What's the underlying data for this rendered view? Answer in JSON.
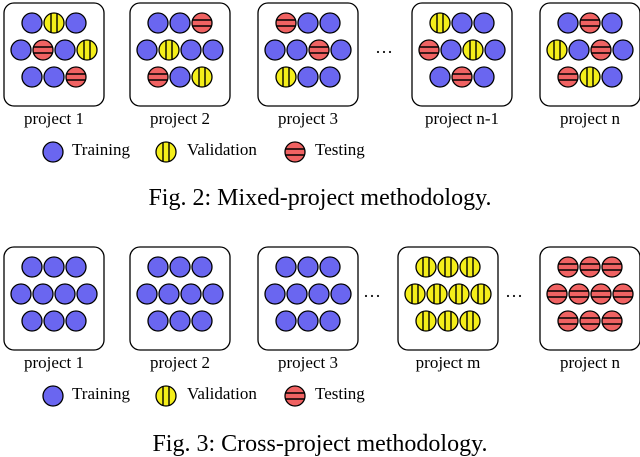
{
  "colors": {
    "training": "#6a66f0",
    "validation": "#f4ee1a",
    "testing": "#f06262",
    "stroke": "#000000",
    "box_fill": "#ffffff"
  },
  "legend": {
    "training": "Training",
    "validation": "Validation",
    "testing": "Testing"
  },
  "ellipsis": "···",
  "figures": [
    {
      "caption": "Fig. 2: Mixed-project methodology.",
      "projects": [
        {
          "label": "project 1",
          "rows": [
            [
              "T",
              "V",
              "T"
            ],
            [
              "T",
              "X",
              "T",
              "V"
            ],
            [
              "T",
              "T",
              "X"
            ]
          ]
        },
        {
          "label": "project 2",
          "rows": [
            [
              "T",
              "T",
              "X"
            ],
            [
              "T",
              "V",
              "T",
              "T"
            ],
            [
              "X",
              "T",
              "V"
            ]
          ]
        },
        {
          "label": "project 3",
          "rows": [
            [
              "X",
              "T",
              "T"
            ],
            [
              "T",
              "T",
              "X",
              "T"
            ],
            [
              "V",
              "T",
              "T"
            ]
          ]
        },
        {
          "label": "project n-1",
          "rows": [
            [
              "V",
              "T",
              "T"
            ],
            [
              "X",
              "T",
              "V",
              "T"
            ],
            [
              "T",
              "X",
              "T"
            ]
          ]
        },
        {
          "label": "project n",
          "rows": [
            [
              "T",
              "X",
              "T"
            ],
            [
              "V",
              "T",
              "X",
              "T"
            ],
            [
              "X",
              "V",
              "T"
            ]
          ]
        }
      ]
    },
    {
      "caption": "Fig. 3: Cross-project methodology.",
      "projects": [
        {
          "label": "project 1",
          "rows": [
            [
              "T",
              "T",
              "T"
            ],
            [
              "T",
              "T",
              "T",
              "T"
            ],
            [
              "T",
              "T",
              "T"
            ]
          ]
        },
        {
          "label": "project 2",
          "rows": [
            [
              "T",
              "T",
              "T"
            ],
            [
              "T",
              "T",
              "T",
              "T"
            ],
            [
              "T",
              "T",
              "T"
            ]
          ]
        },
        {
          "label": "project 3",
          "rows": [
            [
              "T",
              "T",
              "T"
            ],
            [
              "T",
              "T",
              "T",
              "T"
            ],
            [
              "T",
              "T",
              "T"
            ]
          ]
        },
        {
          "label": "project m",
          "rows": [
            [
              "V",
              "V",
              "V"
            ],
            [
              "V",
              "V",
              "V",
              "V"
            ],
            [
              "V",
              "V",
              "V"
            ]
          ]
        },
        {
          "label": "project n",
          "rows": [
            [
              "X",
              "X",
              "X"
            ],
            [
              "X",
              "X",
              "X",
              "X"
            ],
            [
              "X",
              "X",
              "X"
            ]
          ]
        }
      ]
    }
  ]
}
